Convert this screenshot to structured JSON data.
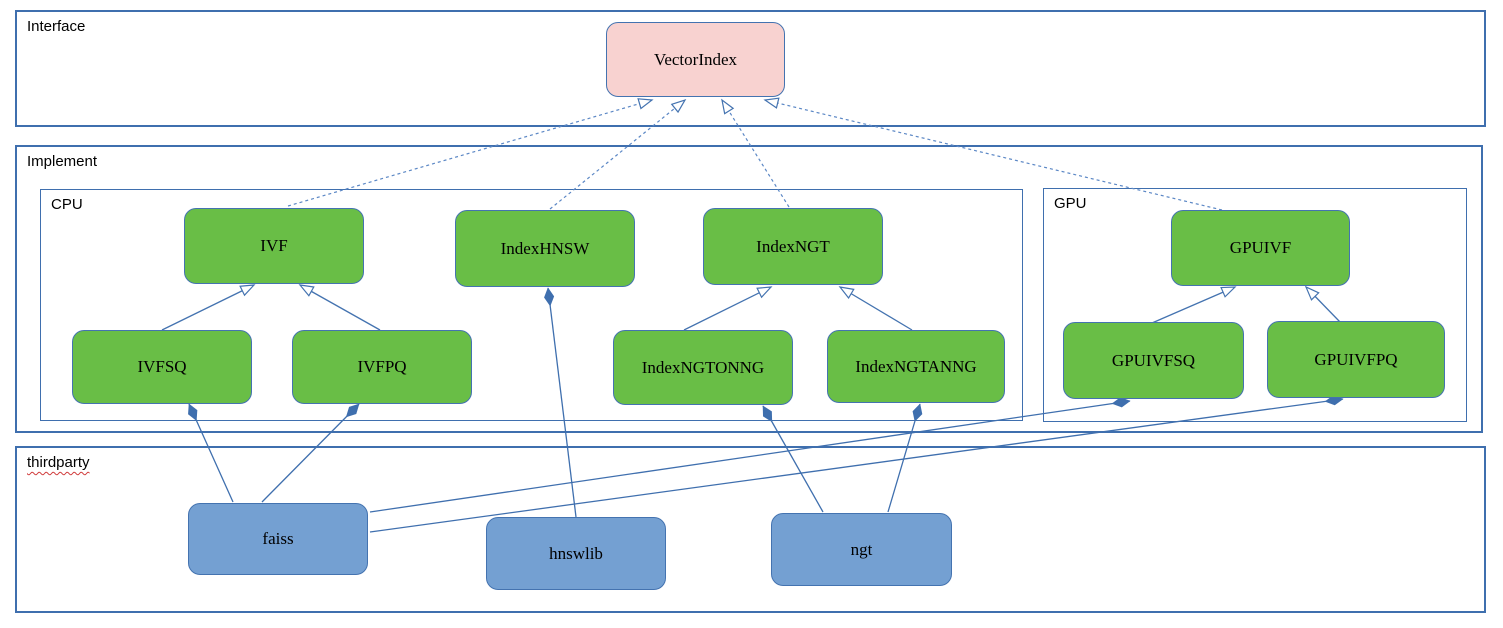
{
  "diagram": {
    "containers": {
      "interface": {
        "label": "Interface"
      },
      "implement": {
        "label": "Implement"
      },
      "cpu": {
        "label": "CPU"
      },
      "gpu": {
        "label": "GPU"
      },
      "thirdparty": {
        "label": "thirdparty"
      }
    },
    "nodes": {
      "vectorindex": {
        "label": "VectorIndex",
        "fill": "#f8d2d0",
        "group": "interface"
      },
      "ivf": {
        "label": "IVF",
        "fill": "#69be46",
        "group": "cpu"
      },
      "indexhnsw": {
        "label": "IndexHNSW",
        "fill": "#69be46",
        "group": "cpu"
      },
      "indexngt": {
        "label": "IndexNGT",
        "fill": "#69be46",
        "group": "cpu"
      },
      "ivfsq": {
        "label": "IVFSQ",
        "fill": "#69be46",
        "group": "cpu"
      },
      "ivfpq": {
        "label": "IVFPQ",
        "fill": "#69be46",
        "group": "cpu"
      },
      "indexngtonng": {
        "label": "IndexNGTONNG",
        "fill": "#69be46",
        "group": "cpu"
      },
      "indexngtanng": {
        "label": "IndexNGTANNG",
        "fill": "#69be46",
        "group": "cpu"
      },
      "gpuivf": {
        "label": "GPUIVF",
        "fill": "#69be46",
        "group": "gpu"
      },
      "gpuivfsq": {
        "label": "GPUIVFSQ",
        "fill": "#69be46",
        "group": "gpu"
      },
      "gpuivfpq": {
        "label": "GPUIVFPQ",
        "fill": "#69be46",
        "group": "gpu"
      },
      "faiss": {
        "label": "faiss",
        "fill": "#74a0d2",
        "group": "thirdparty"
      },
      "hnswlib": {
        "label": "hnswlib",
        "fill": "#74a0d2",
        "group": "thirdparty"
      },
      "ngt": {
        "label": "ngt",
        "fill": "#74a0d2",
        "group": "thirdparty"
      }
    },
    "edges": [
      {
        "from": "IVF",
        "to": "VectorIndex",
        "type": "generalization",
        "style": "dashed"
      },
      {
        "from": "IndexHNSW",
        "to": "VectorIndex",
        "type": "generalization",
        "style": "dashed"
      },
      {
        "from": "IndexNGT",
        "to": "VectorIndex",
        "type": "generalization",
        "style": "dashed"
      },
      {
        "from": "GPUIVF",
        "to": "VectorIndex",
        "type": "generalization",
        "style": "dashed"
      },
      {
        "from": "IVFSQ",
        "to": "IVF",
        "type": "generalization",
        "style": "solid"
      },
      {
        "from": "IVFPQ",
        "to": "IVF",
        "type": "generalization",
        "style": "solid"
      },
      {
        "from": "IndexNGTONNG",
        "to": "IndexNGT",
        "type": "generalization",
        "style": "solid"
      },
      {
        "from": "IndexNGTANNG",
        "to": "IndexNGT",
        "type": "generalization",
        "style": "solid"
      },
      {
        "from": "GPUIVFSQ",
        "to": "GPUIVF",
        "type": "generalization",
        "style": "solid"
      },
      {
        "from": "GPUIVFPQ",
        "to": "GPUIVF",
        "type": "generalization",
        "style": "solid"
      },
      {
        "from": "faiss",
        "to": "IVFSQ",
        "type": "composition",
        "style": "solid"
      },
      {
        "from": "faiss",
        "to": "IVFPQ",
        "type": "composition",
        "style": "solid"
      },
      {
        "from": "faiss",
        "to": "GPUIVFSQ",
        "type": "composition",
        "style": "solid"
      },
      {
        "from": "faiss",
        "to": "GPUIVFPQ",
        "type": "composition",
        "style": "solid"
      },
      {
        "from": "hnswlib",
        "to": "IndexHNSW",
        "type": "composition",
        "style": "solid"
      },
      {
        "from": "ngt",
        "to": "IndexNGTONNG",
        "type": "composition",
        "style": "solid"
      },
      {
        "from": "ngt",
        "to": "IndexNGTANNG",
        "type": "composition",
        "style": "solid"
      }
    ],
    "colors": {
      "interface_node_fill": "#f8d2d0",
      "implement_node_fill": "#69be46",
      "thirdparty_node_fill": "#74a0d2",
      "node_border": "#4473b0",
      "container_border": "#3f6fae",
      "edge_line": "#4473b0",
      "dashed_edge_line": "#5b87c5",
      "spellcheck_underline": "#d03a3a",
      "text": "#000000",
      "background": "#ffffff"
    }
  }
}
